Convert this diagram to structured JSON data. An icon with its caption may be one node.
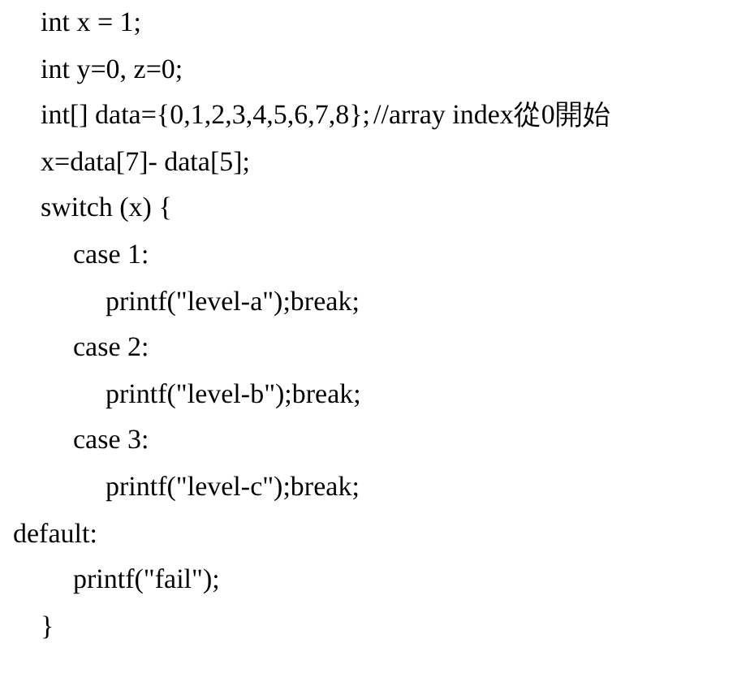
{
  "diagram": {
    "labels": [
      "int x = 1;",
      "int y=0, z=0;",
      "int[] data={0,1,2,3,4,5,6,7,8};",
      "//array index從0開始",
      "x=data[7]- data[5];",
      "switch (x) {",
      "case 1:",
      "printf(\"level-a\");break;",
      "case 2:",
      "printf(\"level-b\");break;",
      "case 3:",
      "printf(\"level-c\");break;",
      "default:",
      "printf(\"fail\");",
      "}"
    ]
  }
}
